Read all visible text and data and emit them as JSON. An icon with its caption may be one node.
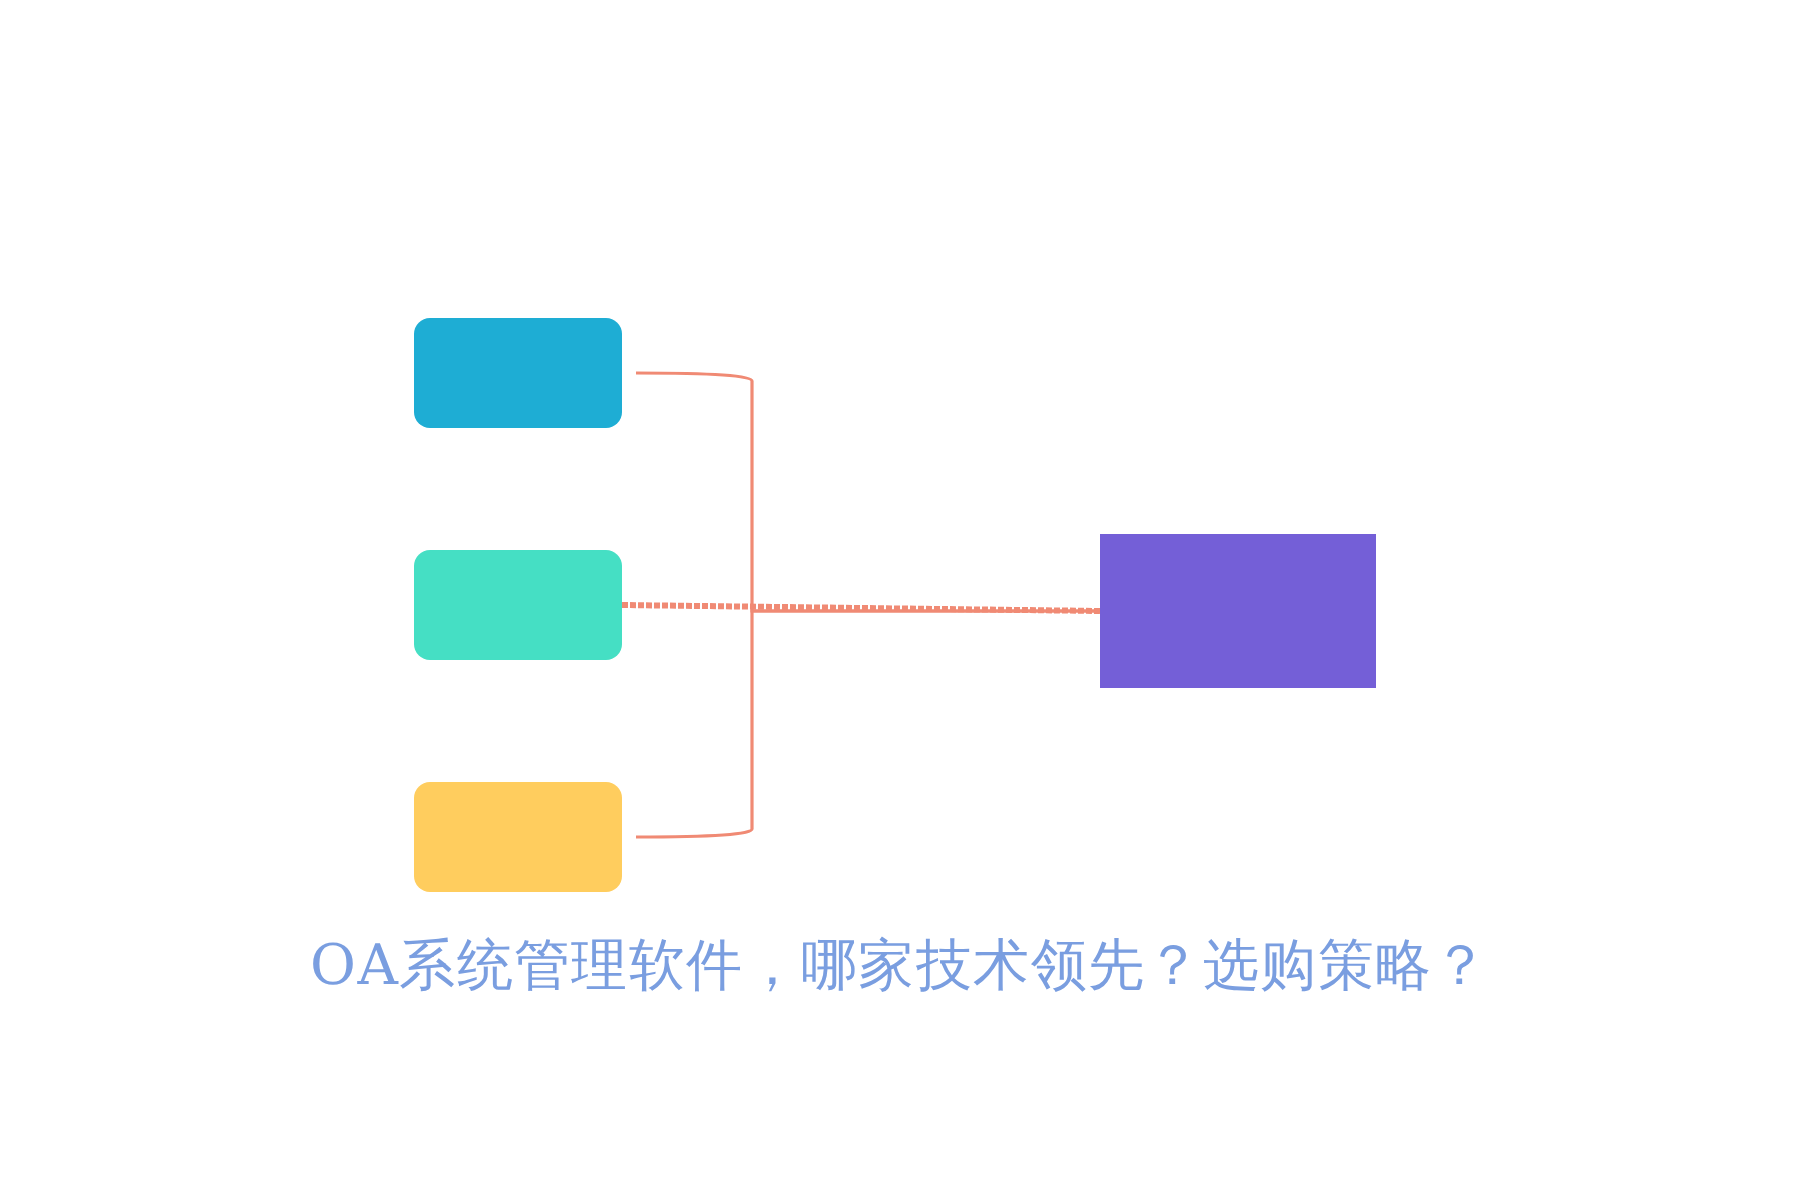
{
  "diagram": {
    "title": "OA系统管理软件，哪家技术领先？选购策略？",
    "nodes": [
      {
        "text": [],
        "shape": "box"
      },
      {
        "text": [],
        "shape": "box"
      },
      {
        "text": [],
        "shape": "box"
      },
      {
        "text": [],
        "shape": "box"
      }
    ],
    "edges": [
      {
        "from": 0,
        "to": 3,
        "arrow": "none"
      },
      {
        "from": 1,
        "to": 3,
        "arrow": "none",
        "style": "dashed"
      },
      {
        "from": 2,
        "to": 3,
        "arrow": "none"
      }
    ]
  }
}
